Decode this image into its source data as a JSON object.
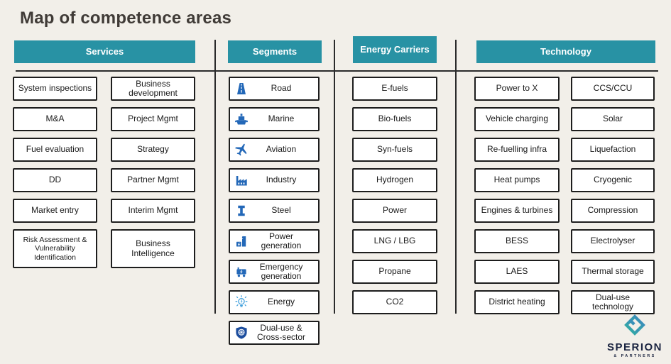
{
  "title": "Map of competence areas",
  "headers": {
    "services": "Services",
    "segments": "Segments",
    "energy_carriers": "Energy Carriers",
    "technology": "Technology"
  },
  "services": {
    "left": [
      "System inspections",
      "M&A",
      "Fuel evaluation",
      "DD",
      "Market entry",
      "Risk Assessment & Vulnerability Identification"
    ],
    "right": [
      "Business development",
      "Project Mgmt",
      "Strategy",
      "Partner Mgmt",
      "Interim Mgmt",
      "Business Intelligence"
    ]
  },
  "segments": [
    {
      "label": "Road",
      "icon": "road-icon"
    },
    {
      "label": "Marine",
      "icon": "ship-icon"
    },
    {
      "label": "Aviation",
      "icon": "airplane-icon"
    },
    {
      "label": "Industry",
      "icon": "factory-icon"
    },
    {
      "label": "Steel",
      "icon": "steel-beam-icon"
    },
    {
      "label": "Power generation",
      "icon": "power-plant-icon"
    },
    {
      "label": "Emergency generation",
      "icon": "generator-icon"
    },
    {
      "label": "Energy",
      "icon": "lightbulb-icon"
    },
    {
      "label": "Dual-use & Cross-sector",
      "icon": "shield-icon"
    }
  ],
  "energy_carriers": [
    "E-fuels",
    "Bio-fuels",
    "Syn-fuels",
    "Hydrogen",
    "Power",
    "LNG / LBG",
    "Propane",
    "CO2"
  ],
  "technology": {
    "left": [
      "Power to X",
      "Vehicle charging",
      "Re-fuelling infra",
      "Heat pumps",
      "Engines & turbines",
      "BESS",
      "LAES",
      "District heating"
    ],
    "right": [
      "CCS/CCU",
      "Solar",
      "Liquefaction",
      "Cryogenic",
      "Compression",
      "Electrolyser",
      "Thermal storage",
      "Dual-use technology"
    ]
  },
  "logo": {
    "name": "SPERION",
    "sub": "& PARTNERS"
  },
  "colors": {
    "header_teal": "#2892A4",
    "background": "#F2EFE9",
    "box_border": "#1d1d1d",
    "icon_blue": "#2368B8",
    "icon_light_blue": "#41A0DC",
    "icon_navy": "#1D4E9E",
    "logo_navy": "#1B2440"
  }
}
